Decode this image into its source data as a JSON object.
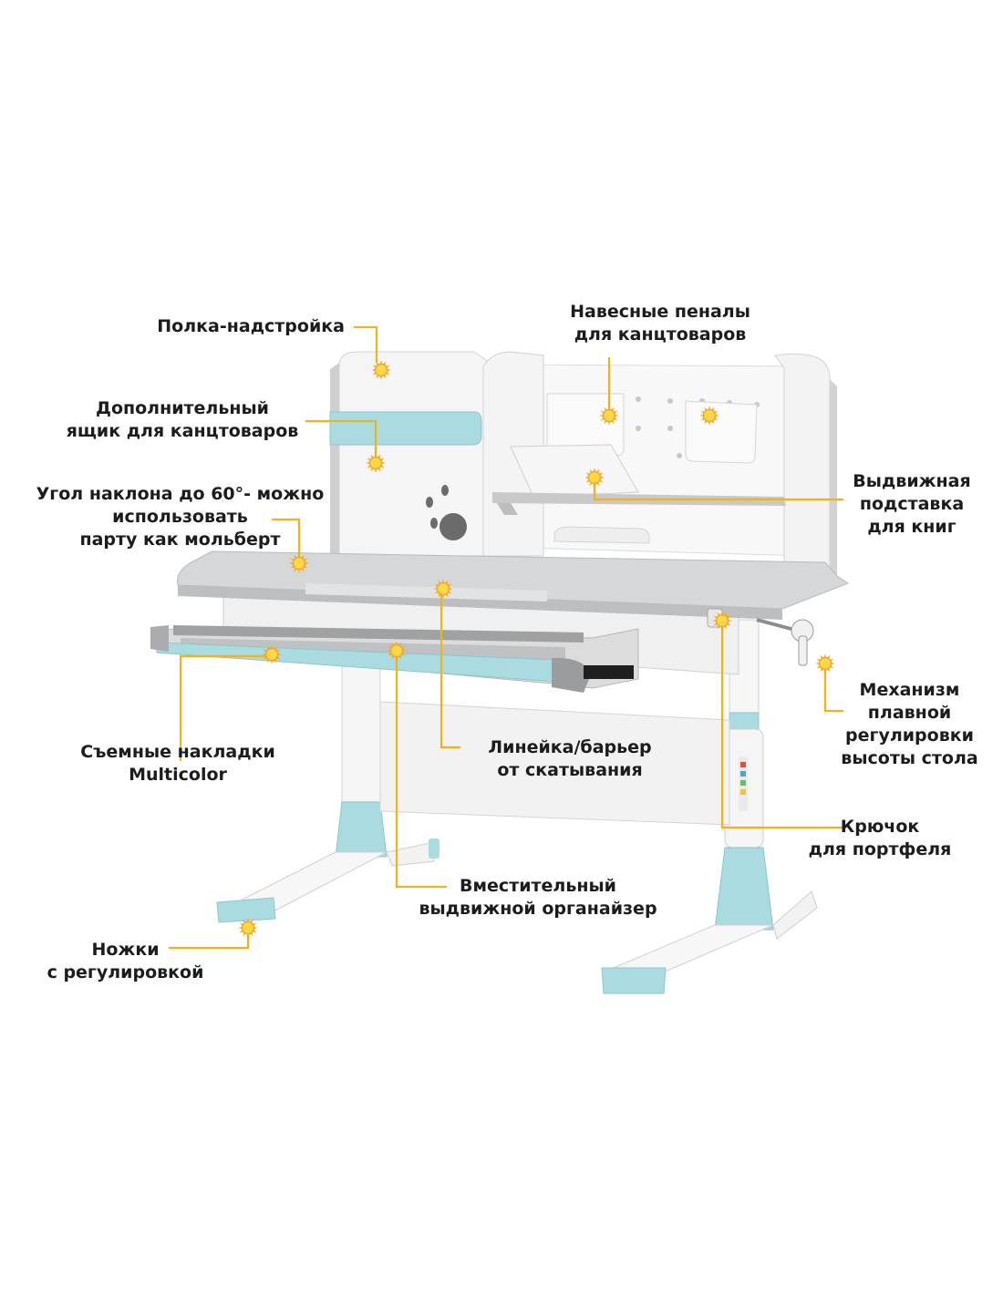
{
  "colors": {
    "leader": "#f3b21b",
    "marker_outer": "#f5a623",
    "marker_inner": "#ffd84a",
    "accent_blue": "#a9dbe1",
    "desk_grey": "#d3d4d6",
    "desk_white": "#f4f4f4",
    "text": "#1c1c1c"
  },
  "icons": [
    "sun-marker-icon",
    "paw-print-icon",
    "crank-handle-icon"
  ],
  "labels": {
    "shelf": [
      "Полка-надстройка"
    ],
    "pencil_cases": [
      "Навесные пеналы",
      "для канцтоваров"
    ],
    "extra_box": [
      "Дополнительный",
      "ящик для канцтоваров"
    ],
    "book_stand": [
      "Выдвижная",
      "подставка",
      "для книг"
    ],
    "tilt_angle": [
      "Угол наклона до 60°- можно",
      "использовать",
      "парту как мольберт"
    ],
    "height_mechanism": [
      "Механизм",
      "плавной",
      "регулировки",
      "высоты стола"
    ],
    "removable_pads": [
      "Съемные накладки",
      "Multicolor"
    ],
    "ruler_barrier": [
      "Линейка/барьер",
      "от скатывания"
    ],
    "bag_hook": [
      "Крючок",
      "для портфеля"
    ],
    "organizer": [
      "Вместительный",
      "выдвижной органайзер"
    ],
    "feet": [
      "Ножки",
      "с регулировкой"
    ]
  }
}
